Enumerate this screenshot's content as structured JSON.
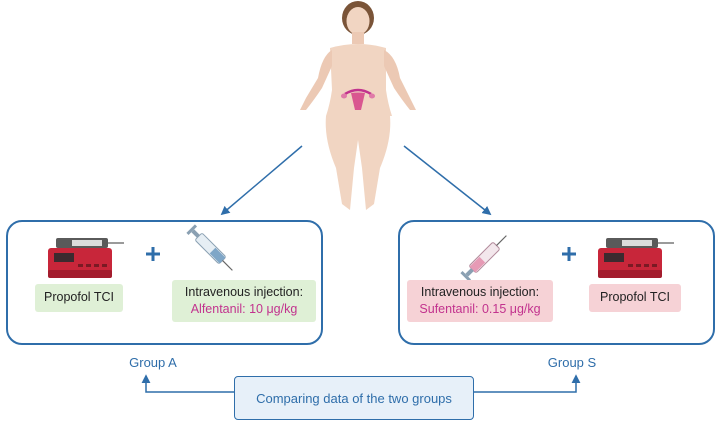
{
  "groups": {
    "a": {
      "name": "Group A",
      "tci_label": "Propofol TCI",
      "injection_title": "Intravenous injection:",
      "injection_dose": "Alfentanil: 10 μg/kg"
    },
    "s": {
      "name": "Group S",
      "tci_label": "Propofol TCI",
      "injection_title": "Intravenous injection:",
      "injection_dose": "Sufentanil: 0.15 μg/kg"
    }
  },
  "compare": {
    "label": "Comparing data of the two groups"
  },
  "icons": {
    "patient": "female-figure-icon",
    "pump": "syringe-pump-icon",
    "syringe": "syringe-icon",
    "plus": "plus-icon"
  },
  "colors": {
    "accent": "#2f6eaa",
    "green_label": "#dff0d6",
    "pink_label": "#f6d2d6",
    "dose_text": "#c2338e",
    "pump_red": "#c8263a"
  }
}
